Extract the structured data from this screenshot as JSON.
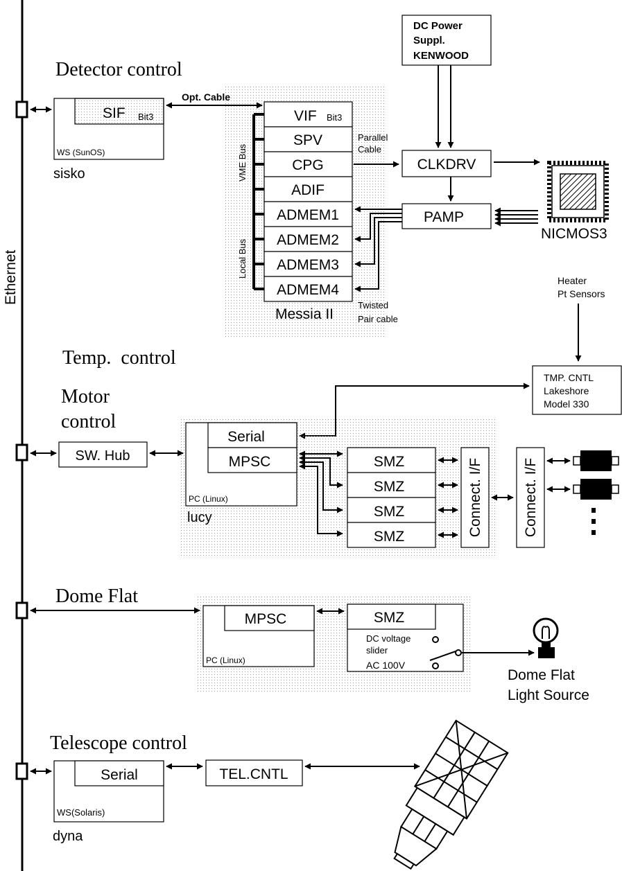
{
  "ethernet": {
    "label": "Ethernet"
  },
  "sections": {
    "detector": "Detector control",
    "temp": "Temp.  control",
    "motor_1": "Motor",
    "motor_2": "control",
    "dome": "Dome Flat",
    "telescope": "Telescope control"
  },
  "detector": {
    "sif": "SIF",
    "sif_sub": "Bit3",
    "ws": "WS (SunOS)",
    "host": "sisko",
    "opt_cable": "Opt. Cable",
    "vme_bus": "VME Bus",
    "local_bus": "Local Bus",
    "vif": "VIF",
    "vif_sub": "Bit3",
    "spv": "SPV",
    "cpg": "CPG",
    "adif": "ADIF",
    "admem1": "ADMEM1",
    "admem2": "ADMEM2",
    "admem3": "ADMEM3",
    "admem4": "ADMEM4",
    "messia": "Messia II",
    "parallel_1": "Parallel",
    "parallel_2": "Cable",
    "twisted_1": "Twisted",
    "twisted_2": "Pair cable",
    "psu_1": "DC Power",
    "psu_2": "Suppl.",
    "psu_3": "KENWOOD",
    "clkdrv": "CLKDRV",
    "pamp": "PAMP",
    "nicmos": "NICMOS3"
  },
  "temp": {
    "heater_1": "Heater",
    "heater_2": "Pt Sensors",
    "tmp_1": "TMP. CNTL",
    "tmp_2": "Lakeshore",
    "tmp_3": "Model 330"
  },
  "motor": {
    "hub": "SW. Hub",
    "serial": "Serial",
    "mpsc": "MPSC",
    "pc": "PC (Linux)",
    "host": "lucy",
    "smz": [
      "SMZ",
      "SMZ",
      "SMZ",
      "SMZ"
    ],
    "connect_1": "Connect. I/F",
    "connect_2": "Connect. I/F"
  },
  "dome": {
    "mpsc": "MPSC",
    "pc": "PC (Linux)",
    "smz": "SMZ",
    "dc_1": "DC voltage",
    "dc_2": "slider",
    "ac": "AC 100V",
    "light_1": "Dome Flat",
    "light_2": "Light Source"
  },
  "telescope": {
    "serial": "Serial",
    "ws": "WS(Solaris)",
    "host": "dyna",
    "telcntl": "TEL.CNTL"
  }
}
